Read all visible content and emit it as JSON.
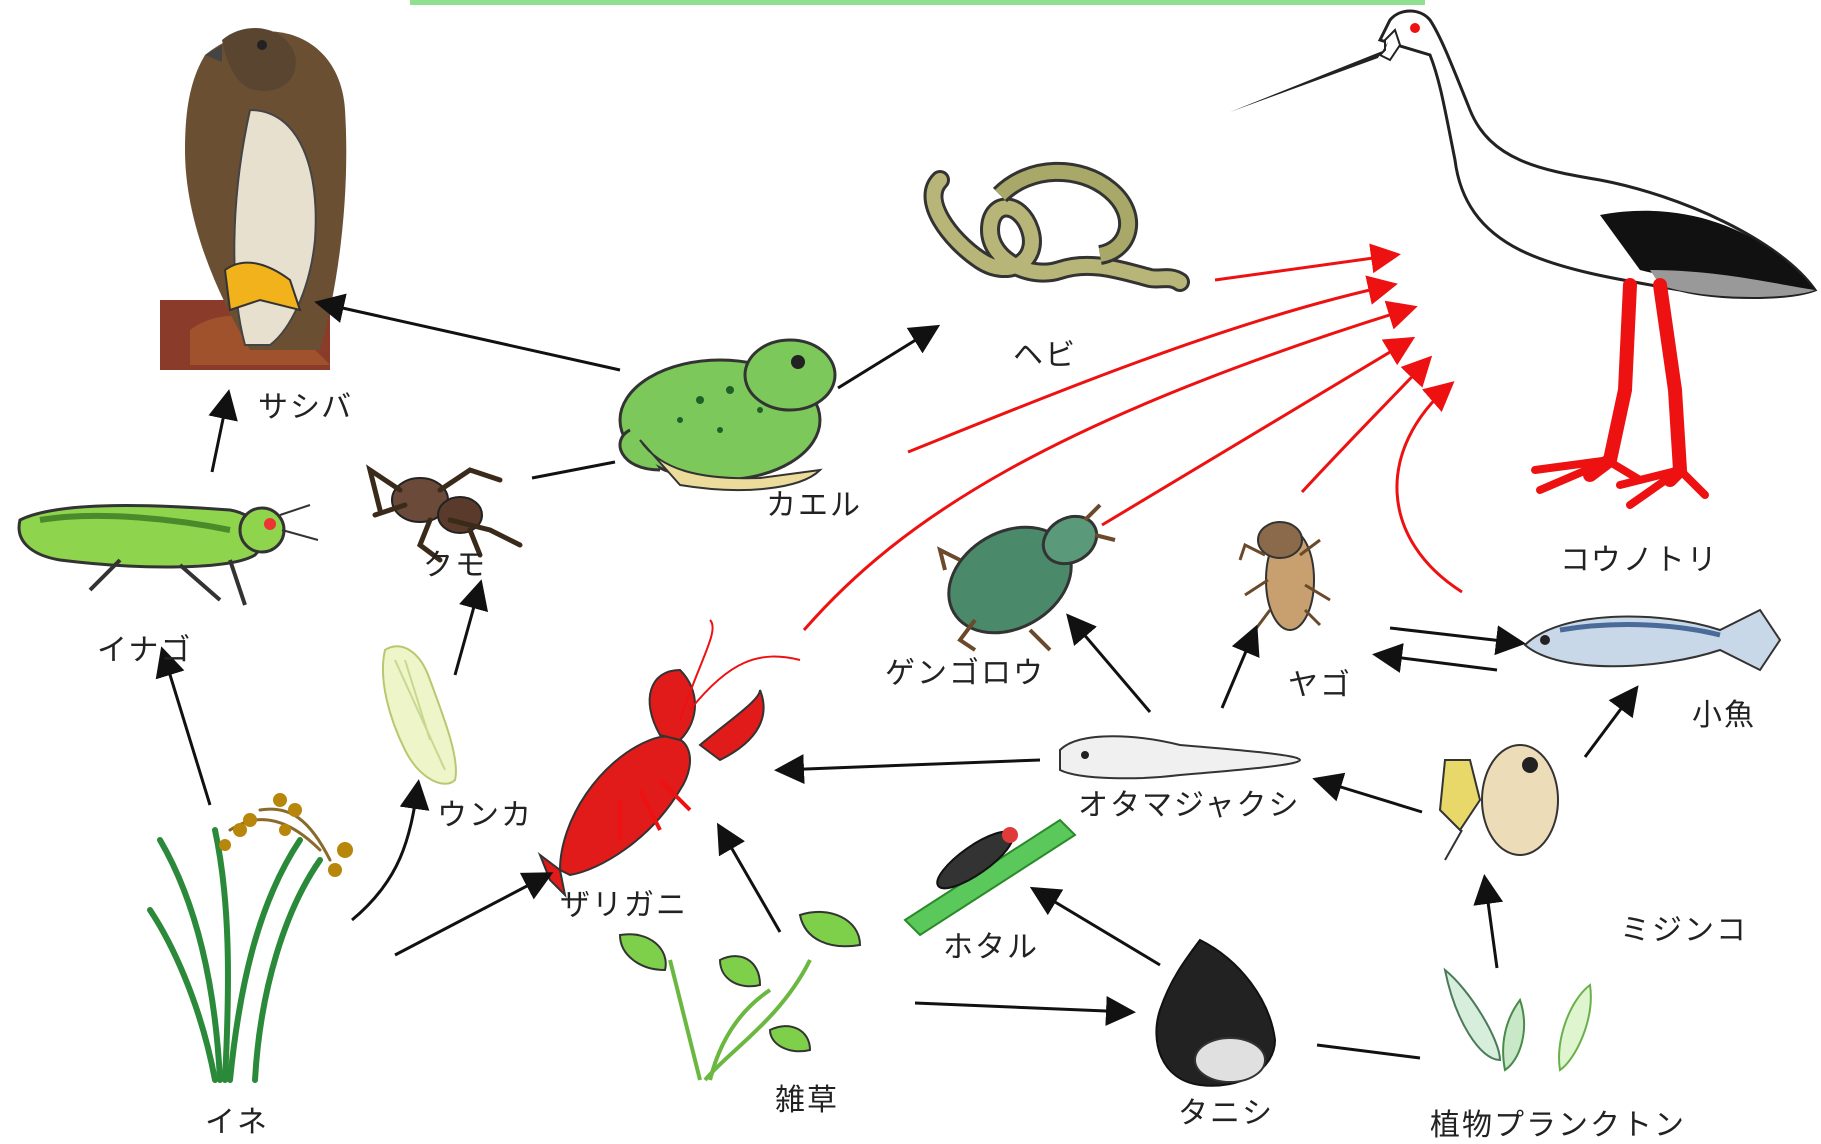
{
  "diagram": {
    "organisms": {
      "sashiba": "サシバ",
      "kaeru": "カエル",
      "hebi": "ヘビ",
      "kounotori": "コウノトリ",
      "inago": "イナゴ",
      "kumo": "クモ",
      "unka": "ウンカ",
      "ine": "イネ",
      "zarigani": "ザリガニ",
      "genngorou": "ゲンゴロウ",
      "yago": "ヤゴ",
      "kozakana": "小魚",
      "otamajakushi": "オタマジャクシ",
      "hotaru": "ホタル",
      "zassou": "雑草",
      "tanishi": "タニシ",
      "mijinko": "ミジンコ",
      "plankton": "植物プランクトン"
    },
    "colors": {
      "arrow_black": "#111111",
      "arrow_red": "#ee1111",
      "top_bar": "#8fe08f"
    }
  }
}
